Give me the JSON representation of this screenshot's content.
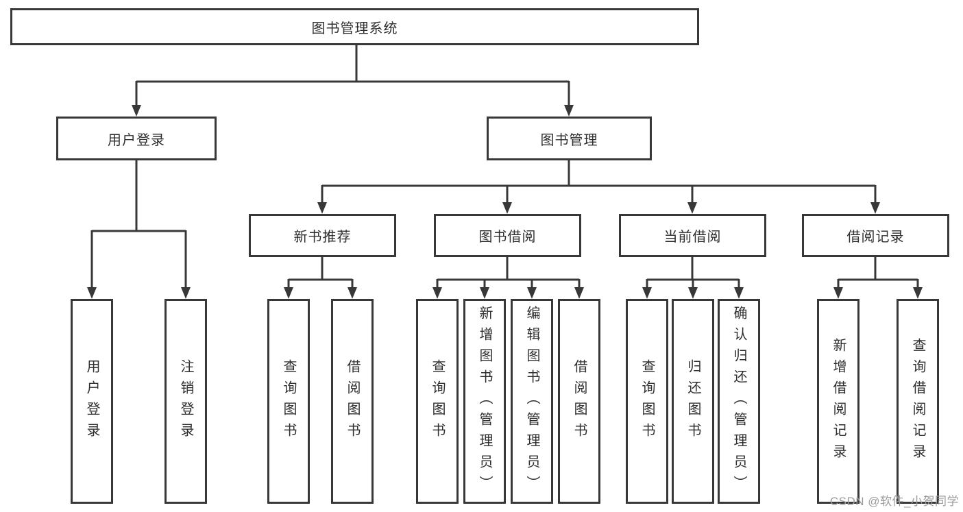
{
  "diagram": {
    "root": {
      "label": "图书管理系统"
    },
    "level2": [
      {
        "label": "用户登录"
      },
      {
        "label": "图书管理"
      }
    ],
    "level3": [
      {
        "label": "新书推荐"
      },
      {
        "label": "图书借阅"
      },
      {
        "label": "当前借阅"
      },
      {
        "label": "借阅记录"
      }
    ],
    "leaves": {
      "user_login": [
        "用户登录",
        "注销登录"
      ],
      "new_book": [
        "查询图书",
        "借阅图书"
      ],
      "book_borrow": [
        "查询图书",
        "新增图书（管理员）",
        "编辑图书（管理员）",
        "借阅图书"
      ],
      "current_borrow": [
        "查询图书",
        "归还图书",
        "确认归还（管理员）"
      ],
      "borrow_records": [
        "新增借阅记录",
        "查询借阅记录"
      ]
    }
  },
  "watermark": {
    "text": "CSDN @软件_小贺同学"
  },
  "colors": {
    "line": "#383838",
    "text": "#2f2f2f",
    "box_background": "#ffffff",
    "watermark": "#9c9c9c"
  }
}
